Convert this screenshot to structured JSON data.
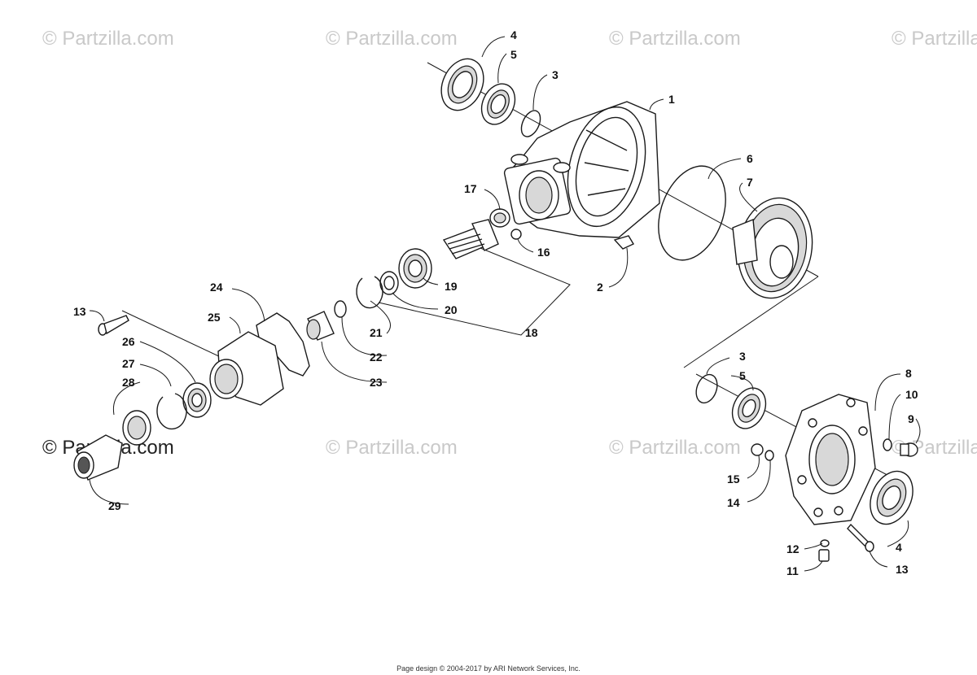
{
  "watermark": "© Partzilla.com",
  "footer": "Page design © 2004-2017 by ARI Network Services, Inc.",
  "callouts": [
    "1",
    "2",
    "3",
    "4",
    "5",
    "6",
    "7",
    "8",
    "9",
    "10",
    "11",
    "12",
    "13",
    "14",
    "15",
    "16",
    "17",
    "18",
    "19",
    "20",
    "21",
    "22",
    "23",
    "24",
    "25",
    "26",
    "27",
    "28",
    "29",
    "3",
    "4",
    "5",
    "13"
  ]
}
